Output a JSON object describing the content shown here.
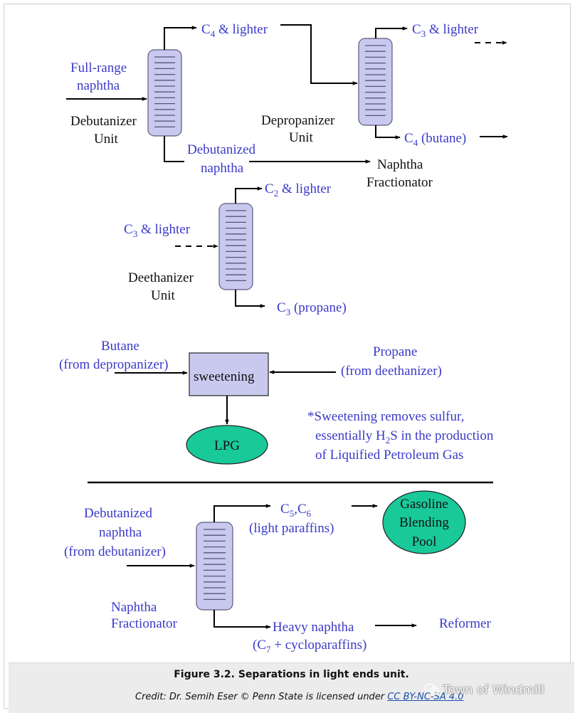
{
  "diagram": {
    "debutanizer": {
      "feed": [
        "Full-range",
        "naphtha"
      ],
      "unit": [
        "Debutanizer",
        "Unit"
      ],
      "top_product": {
        "main": "C",
        "sub": "4",
        "rest": " & lighter"
      },
      "bottom_product": [
        "Debutanized",
        "naphtha"
      ]
    },
    "depropanizer": {
      "unit": [
        "Depropanizer",
        "Unit"
      ],
      "top_product": {
        "main": "C",
        "sub": "3",
        "rest": " & lighter"
      },
      "bottom_product": {
        "main": "C",
        "sub": "4",
        "rest": " (butane)"
      }
    },
    "naphtha_fractionator_target": [
      "Naphtha",
      "Fractionator"
    ],
    "deethanizer": {
      "feed": {
        "main": "C",
        "sub": "3",
        "rest": " & lighter"
      },
      "unit": [
        "Deethanizer",
        "Unit"
      ],
      "top_product": {
        "main": "C",
        "sub": "2",
        "rest": " & lighter"
      },
      "bottom_product": {
        "main": "C",
        "sub": "3",
        "rest": " (propane)"
      }
    },
    "sweetening": {
      "label": "sweetening",
      "butane_feed": [
        "Butane",
        "(from depropanizer)"
      ],
      "propane_feed": [
        "Propane",
        "(from deethanizer)"
      ],
      "product": "LPG",
      "note": {
        "line1": "*Sweetening removes sulfur,",
        "line2_pre": "essentially H",
        "line2_sub": "2",
        "line2_post": "S in the production",
        "line3": "of Liquified Petroleum Gas"
      }
    },
    "naphtha_fractionator": {
      "feed": [
        "Debutanized",
        "naphtha",
        "(from debutanizer)"
      ],
      "unit": [
        "Naphtha",
        "Fractionator"
      ],
      "top_product": {
        "c1": "C",
        "s1": "5",
        "c2": ",C",
        "s2": "6",
        "line2": "(light paraffins)"
      },
      "top_destination": [
        "Gasoline",
        "Blending",
        "Pool"
      ],
      "bottom_product": {
        "line1": "Heavy naphtha",
        "l2_pre": "(C",
        "l2_sub": "7",
        "l2_post": " + cycloparaffins)"
      },
      "bottom_destination": "Reformer"
    }
  },
  "caption": {
    "title": "Figure 3.2. Separations in light ends unit.",
    "credit_prefix": "Credit: Dr. Semih Eser © Penn State is licensed under ",
    "license_link": "CC BY-NC-SA 4.0"
  },
  "watermark": "Town of Windmill",
  "colors": {
    "label_blue": "#3b3bc8",
    "column_fill": "#c9c9f0",
    "box_fill": "#c9c9f0",
    "ellipse_fill": "#19c99a"
  }
}
